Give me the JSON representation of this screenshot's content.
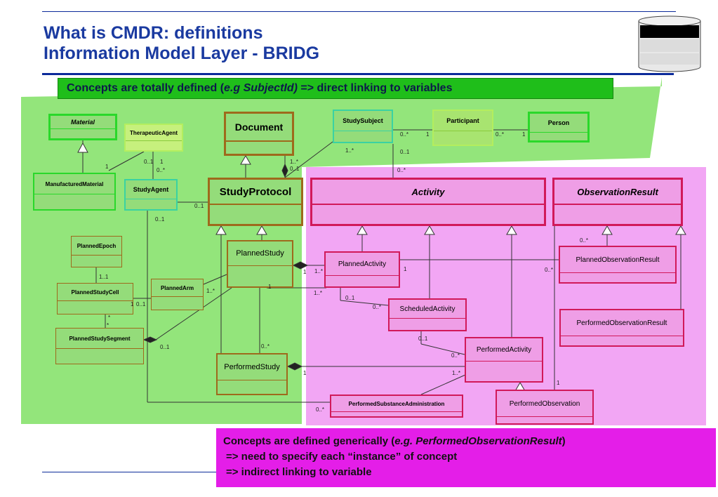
{
  "title": {
    "line1": "What is CMDR: definitions",
    "line2": "Information Model Layer - BRIDG"
  },
  "banners": {
    "specific": {
      "prefix": "Concepts are totally defined  (",
      "example": "e.g SubjectId)",
      "suffix": " => direct linking to variables"
    },
    "generic": {
      "prefix": "Concepts are defined generically (",
      "example": "e.g. PerformedObservationResult",
      "suffix": ")",
      "line2": "=>  need to specify each “instance” of concept",
      "line3": "=>  indirect linking to variable"
    }
  },
  "classes": {
    "material": "Material",
    "therapeutic_agent": "TherapeuticAgent",
    "document": "Document",
    "study_subject": "StudySubject",
    "participant": "Participant",
    "person": "Person",
    "manufactured_material": "ManufacturedMaterial",
    "study_agent": "StudyAgent",
    "study_protocol": "StudyProtocol",
    "activity": "Activity",
    "observation_result": "ObservationResult",
    "planned_epoch": "PlannedEpoch",
    "planned_study": "PlannedStudy",
    "planned_activity": "PlannedActivity",
    "planned_observation_result": "PlannedObservationResult",
    "planned_study_cell": "PlannedStudyCell",
    "planned_arm": "PlannedArm",
    "scheduled_activity": "ScheduledActivity",
    "performed_observation_result": "PerformedObservationResult",
    "planned_study_segment": "PlannedStudySegment",
    "performed_activity": "PerformedActivity",
    "performed_study": "PerformedStudy",
    "performed_substance_administration": "PerformedSubstanceAdministration",
    "performed_observation": "PerformedObservation"
  },
  "multiplicities": {
    "m_subj_part_a": "0..*",
    "m_subj_part_b": "1",
    "m_part_person_a": "0..*",
    "m_part_person_b": "1",
    "m_subj_proto": "1..*",
    "m_subj_bottom": "0..1",
    "m_activity_top": "0..*",
    "m_proto_doc_a": "1..*",
    "m_proto_doc_b": "0..1",
    "m_ther_a": "0..1",
    "m_ther_b": "1",
    "m_ther_c": "0..*",
    "m_mat": "1",
    "m_sa_proto": "0..1",
    "m_sa_bottom": "0..1",
    "m_epoch": "1..1",
    "m_cell_arm_a": "1",
    "m_cell_arm_b": "0..1",
    "m_arm_ps": "1..*",
    "m_cell_seg_a": "*",
    "m_cell_seg_b": "*",
    "m_seg": "0..1",
    "m_ps_pa_a": "1..*",
    "m_ps_pa_b": "1",
    "m_ps_bottom": "1",
    "m_perf_ps": "0..*",
    "m_pa_sched": "0..1",
    "m_sched_left": "0..*",
    "m_pa_1": "1",
    "m_pa_star": "1..*",
    "m_por": "0..*",
    "m_por_left": "0..*",
    "m_sched_perf": "0..1",
    "m_perf_left": "0..*",
    "m_perf_study": "1",
    "m_perf_sub": "1..*",
    "m_psa": "0..*",
    "m_pobs": "1"
  }
}
